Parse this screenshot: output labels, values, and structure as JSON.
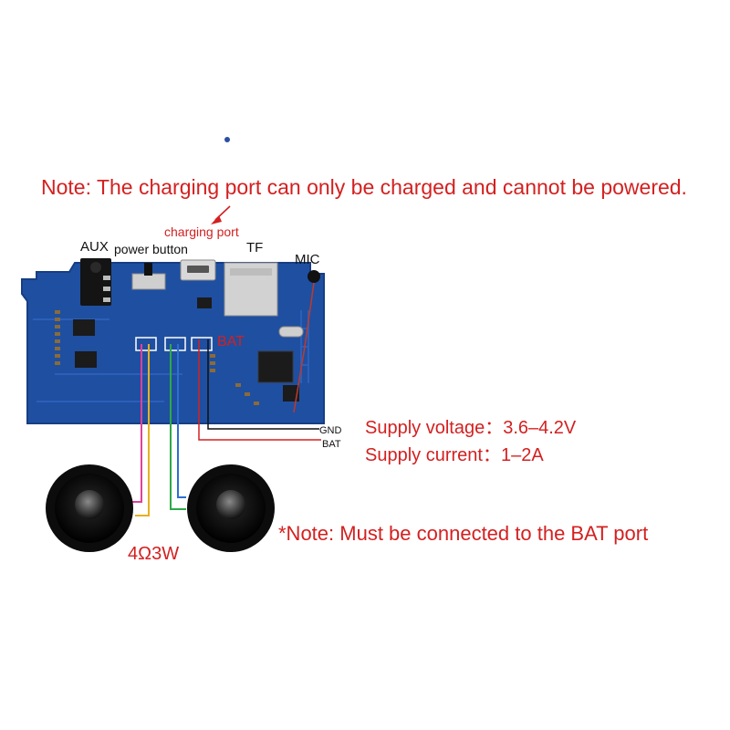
{
  "notes": {
    "top": "Note: The charging port can only be charged and cannot be powered.",
    "bottom": "*Note: Must be connected to the BAT port"
  },
  "labels": {
    "charging_port": "charging port",
    "aux": "AUX",
    "power_button": "power button",
    "tf": "TF",
    "mic": "MIC",
    "bat_pcb": "BAT",
    "gnd": "GND",
    "bat_wire": "BAT"
  },
  "specs": {
    "supply_voltage": "Supply voltage：3.6–4.2V",
    "supply_current": "Supply current：1–2A"
  },
  "speaker": {
    "rating": "4Ω3W"
  },
  "colors": {
    "accent_text": "#d42020",
    "pcb": "#1f4fa0",
    "pcb_dark": "#173e84",
    "wire_red": "#d42020",
    "wire_black": "#111111",
    "wire_pink": "#e0409a",
    "wire_yellow": "#e8b020",
    "wire_green": "#2ea84a",
    "wire_blue": "#2d6fd0"
  }
}
